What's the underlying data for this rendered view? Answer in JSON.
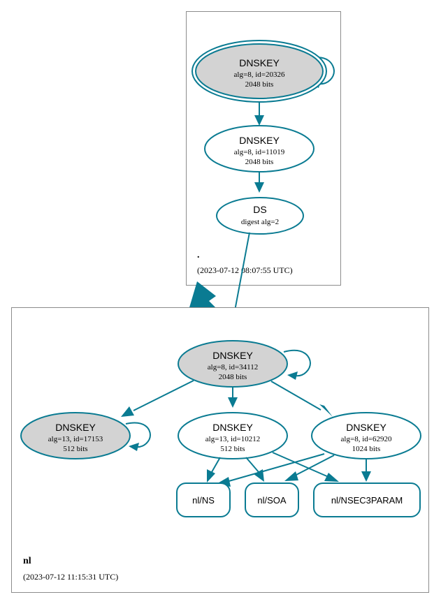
{
  "diagram": {
    "type": "dnssec-authentication-chain",
    "colors": {
      "edge": "#0a7b92",
      "node_stroke": "#0a7b92",
      "secure_fill": "#d3d3d3",
      "plain_fill": "#ffffff",
      "cluster_border": "#8c8c8c",
      "background": "#ffffff",
      "text": "#000000"
    }
  },
  "zones": [
    {
      "id": "root",
      "name": ".",
      "timestamp": "(2023-07-12 08:07:55 UTC)"
    },
    {
      "id": "nl",
      "name": "nl",
      "timestamp": "(2023-07-12 11:15:31 UTC)"
    }
  ],
  "nodes": {
    "root_ksk": {
      "title": "DNSKEY",
      "line2": "alg=8, id=20326",
      "line3": "2048 bits",
      "shape": "doubleellipse",
      "fill": "secure",
      "self_signed": true
    },
    "root_zsk": {
      "title": "DNSKEY",
      "line2": "alg=8, id=11019",
      "line3": "2048 bits",
      "shape": "ellipse",
      "fill": "plain",
      "self_signed": false
    },
    "root_ds": {
      "title": "DS",
      "line2": "digest alg=2",
      "line3": "",
      "shape": "ellipse",
      "fill": "plain",
      "self_signed": false
    },
    "nl_ksk": {
      "title": "DNSKEY",
      "line2": "alg=8, id=34112",
      "line3": "2048 bits",
      "shape": "ellipse",
      "fill": "secure",
      "self_signed": true
    },
    "nl_key_17153": {
      "title": "DNSKEY",
      "line2": "alg=13, id=17153",
      "line3": "512 bits",
      "shape": "ellipse",
      "fill": "secure",
      "self_signed": true
    },
    "nl_key_10212": {
      "title": "DNSKEY",
      "line2": "alg=13, id=10212",
      "line3": "512 bits",
      "shape": "ellipse",
      "fill": "plain",
      "self_signed": false
    },
    "nl_key_62920": {
      "title": "DNSKEY",
      "line2": "alg=8, id=62920",
      "line3": "1024 bits",
      "shape": "ellipse",
      "fill": "plain",
      "self_signed": false
    },
    "nl_ns": {
      "title": "nl/NS",
      "shape": "rounded-rect",
      "fill": "plain"
    },
    "nl_soa": {
      "title": "nl/SOA",
      "shape": "rounded-rect",
      "fill": "plain"
    },
    "nl_nsec3param": {
      "title": "nl/NSEC3PARAM",
      "shape": "rounded-rect",
      "fill": "plain"
    }
  },
  "edges": [
    {
      "from": "root_ksk",
      "to": "root_ksk",
      "kind": "self-sign"
    },
    {
      "from": "root_ksk",
      "to": "root_zsk",
      "kind": "rrsig"
    },
    {
      "from": "root_zsk",
      "to": "root_ds",
      "kind": "rrsig"
    },
    {
      "from": "root_ds",
      "to": "nl_ksk",
      "kind": "ds-delegation"
    },
    {
      "from": "root",
      "to": "nl",
      "kind": "zone-delegation"
    },
    {
      "from": "nl_ksk",
      "to": "nl_ksk",
      "kind": "self-sign"
    },
    {
      "from": "nl_ksk",
      "to": "nl_key_17153",
      "kind": "rrsig"
    },
    {
      "from": "nl_ksk",
      "to": "nl_key_10212",
      "kind": "rrsig"
    },
    {
      "from": "nl_ksk",
      "to": "nl_key_62920",
      "kind": "rrsig"
    },
    {
      "from": "nl_key_17153",
      "to": "nl_key_17153",
      "kind": "self-sign"
    },
    {
      "from": "nl_key_10212",
      "to": "nl_ns",
      "kind": "rrsig"
    },
    {
      "from": "nl_key_10212",
      "to": "nl_soa",
      "kind": "rrsig"
    },
    {
      "from": "nl_key_10212",
      "to": "nl_nsec3param",
      "kind": "rrsig"
    },
    {
      "from": "nl_key_62920",
      "to": "nl_ns",
      "kind": "rrsig"
    },
    {
      "from": "nl_key_62920",
      "to": "nl_soa",
      "kind": "rrsig"
    },
    {
      "from": "nl_key_62920",
      "to": "nl_nsec3param",
      "kind": "rrsig"
    }
  ]
}
